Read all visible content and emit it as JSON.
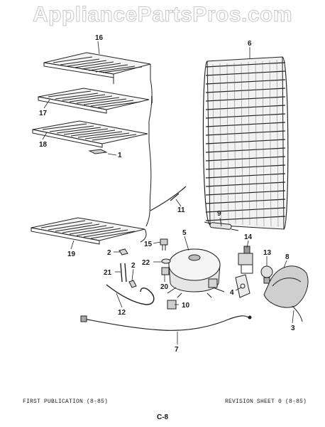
{
  "watermark": "AppliancePartsPros.com",
  "callouts": [
    {
      "id": "1",
      "label": "1"
    },
    {
      "id": "2a",
      "label": "2"
    },
    {
      "id": "2b",
      "label": "2"
    },
    {
      "id": "3",
      "label": "3"
    },
    {
      "id": "4",
      "label": "4"
    },
    {
      "id": "5",
      "label": "5"
    },
    {
      "id": "6",
      "label": "6"
    },
    {
      "id": "7",
      "label": "7"
    },
    {
      "id": "8",
      "label": "8"
    },
    {
      "id": "9",
      "label": "9"
    },
    {
      "id": "10",
      "label": "10"
    },
    {
      "id": "11",
      "label": "11"
    },
    {
      "id": "12",
      "label": "12"
    },
    {
      "id": "13",
      "label": "13"
    },
    {
      "id": "14",
      "label": "14"
    },
    {
      "id": "15",
      "label": "15"
    },
    {
      "id": "16",
      "label": "16"
    },
    {
      "id": "17",
      "label": "17"
    },
    {
      "id": "18",
      "label": "18"
    },
    {
      "id": "19",
      "label": "19"
    },
    {
      "id": "20",
      "label": "20"
    },
    {
      "id": "21",
      "label": "21"
    },
    {
      "id": "22",
      "label": "22"
    }
  ],
  "footer": {
    "left": "FIRST PUBLICATION (8-85)",
    "right": "REVISION SHEET 0 (8-85)",
    "page_code": "C-8"
  }
}
